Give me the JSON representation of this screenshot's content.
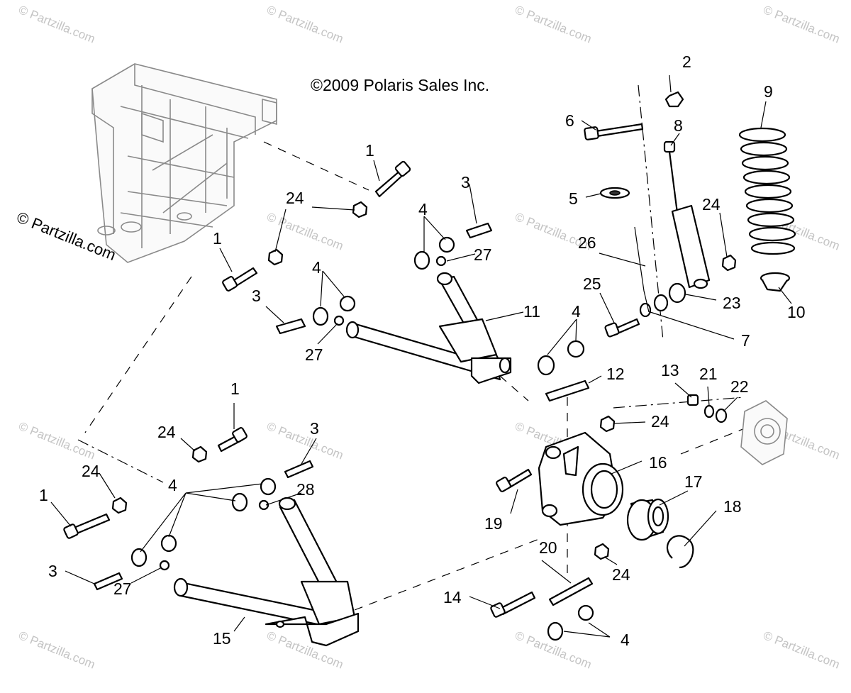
{
  "copyright": "©2009 Polaris Sales Inc.",
  "side_watermark": "© Partzilla.com",
  "watermark_text": "© Partzilla.com",
  "callouts": {
    "c1a": "1",
    "c1b": "1",
    "c1c": "1",
    "c1d": "1",
    "c2": "2",
    "c3a": "3",
    "c3b": "3",
    "c3c": "3",
    "c3d": "3",
    "c4a": "4",
    "c4b": "4",
    "c4c": "4",
    "c4d": "4",
    "c4e": "4",
    "c5": "5",
    "c6": "6",
    "c7": "7",
    "c8": "8",
    "c9": "9",
    "c10": "10",
    "c11": "11",
    "c12": "12",
    "c13": "13",
    "c14": "14",
    "c15": "15",
    "c16": "16",
    "c17": "17",
    "c18": "18",
    "c19": "19",
    "c20": "20",
    "c21": "21",
    "c22": "22",
    "c23": "23",
    "c24a": "24",
    "c24b": "24",
    "c24c": "24",
    "c24d": "24",
    "c24e": "24",
    "c24f": "24",
    "c25": "25",
    "c26": "26",
    "c27a": "27",
    "c27b": "27",
    "c27c": "27",
    "c28": "28"
  }
}
